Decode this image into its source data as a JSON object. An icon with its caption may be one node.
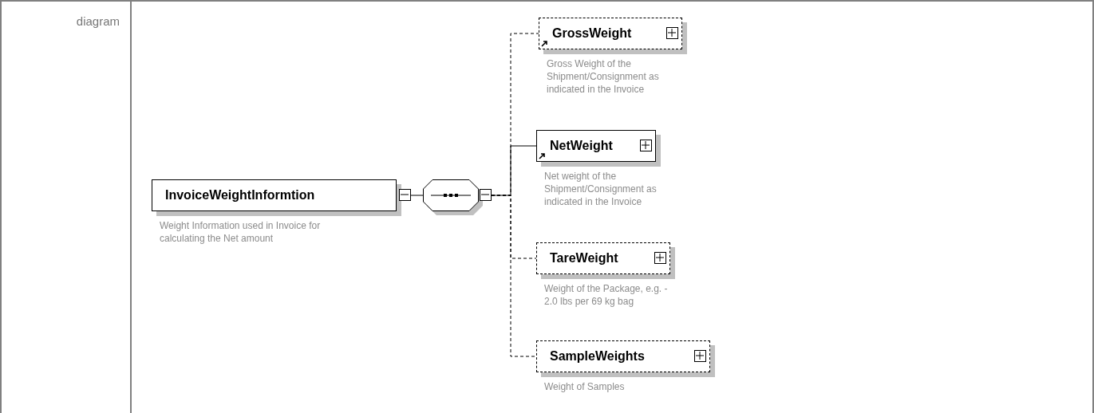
{
  "diagram": {
    "nodes": [
      {
        "text": [
          "InvoiceWeightInformtion"
        ],
        "beside": [
          "Weight Information used in Invoice for calculating the Net amount"
        ]
      },
      {
        "text": [],
        "shape": "octagon"
      },
      {
        "text": [
          "GrossWeight"
        ],
        "beside": [
          "Gross Weight of the Shipment/Consignment as indicated in the Invoice"
        ]
      },
      {
        "text": [
          "NetWeight"
        ],
        "beside": [
          "Net weight of the Shipment/Consignment as indicated in the Invoice"
        ]
      },
      {
        "text": [
          "TareWeight"
        ],
        "beside": [
          "Weight of the Package, e.g. - 2.0 lbs per 69 kg bag"
        ]
      },
      {
        "text": [
          "SampleWeights"
        ],
        "beside": [
          "Weight of Samples"
        ]
      }
    ],
    "edges": [
      {
        "from": 0,
        "to": 1,
        "arrow": "none"
      },
      {
        "from": 1,
        "to": 2,
        "arrow": "none",
        "style": "dashed"
      },
      {
        "from": 1,
        "to": 3,
        "arrow": "none"
      },
      {
        "from": 1,
        "to": 4,
        "arrow": "none",
        "style": "dashed"
      },
      {
        "from": 1,
        "to": 5,
        "arrow": "none",
        "style": "dashed"
      }
    ],
    "labels": [
      "diagram"
    ]
  }
}
